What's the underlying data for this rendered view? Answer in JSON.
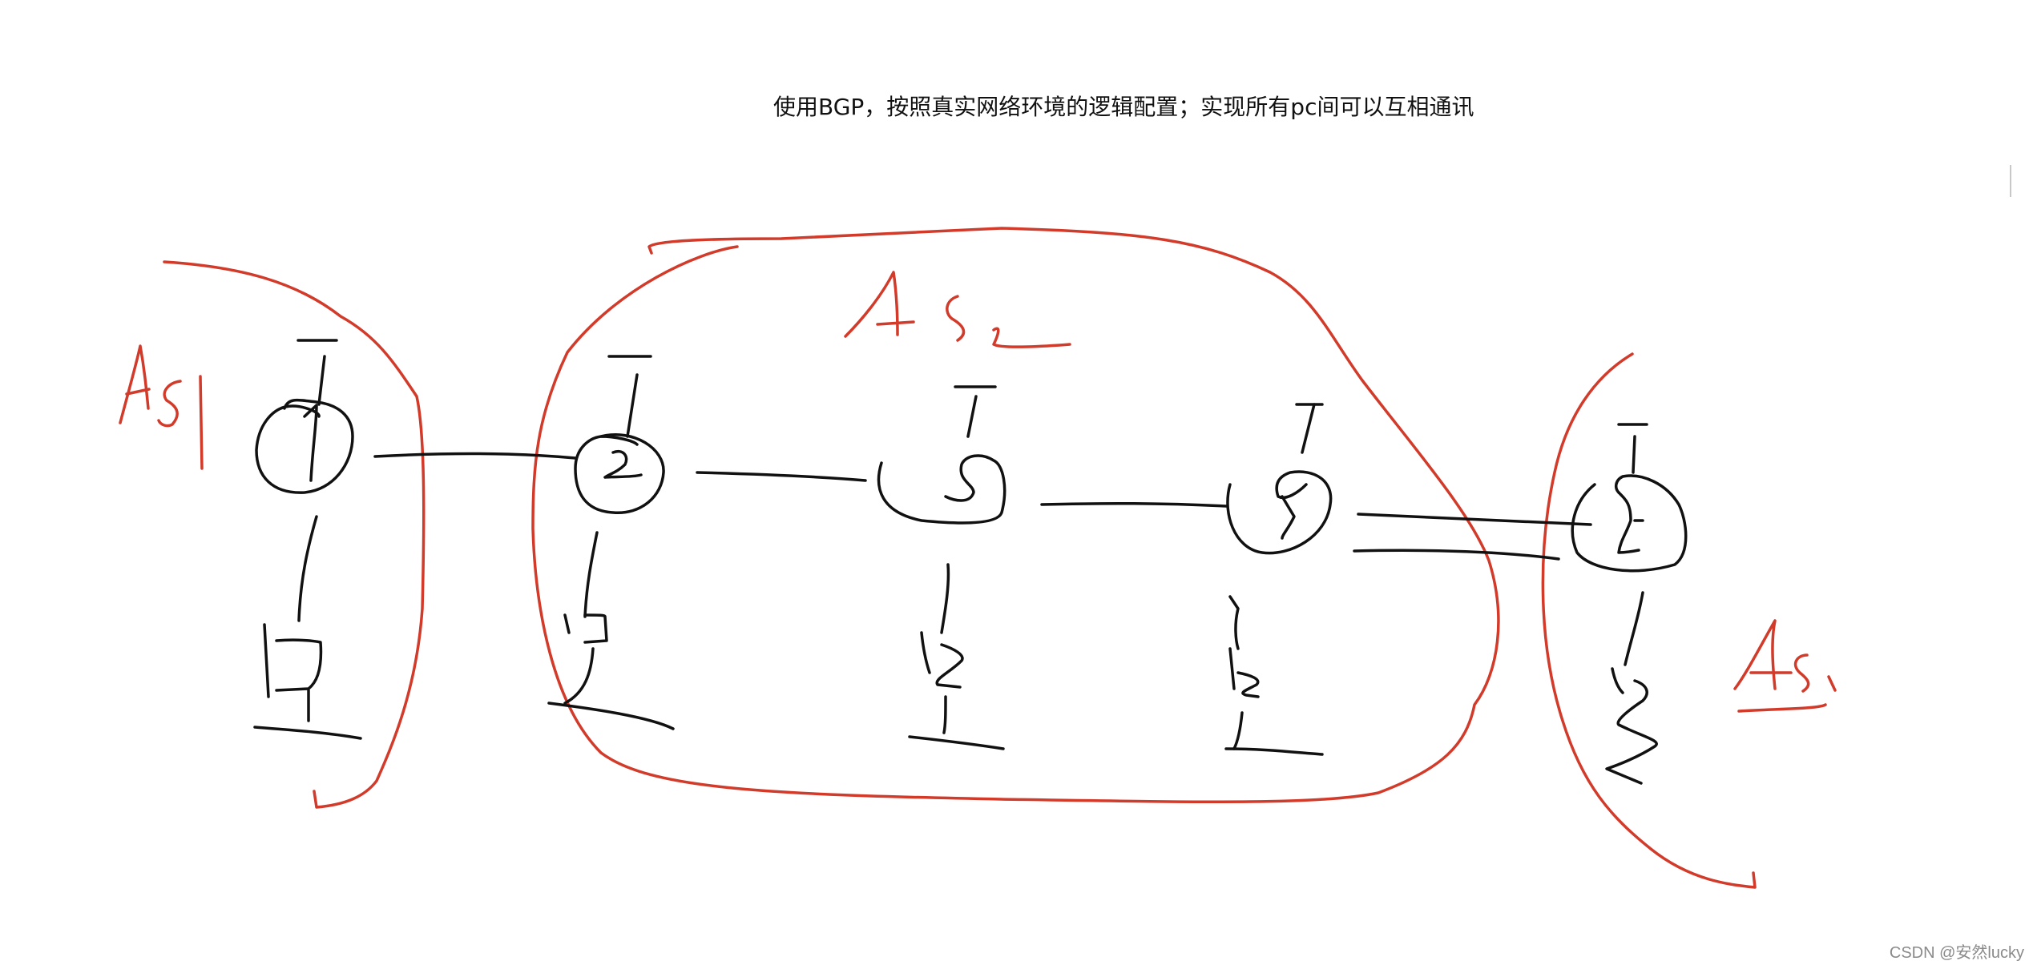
{
  "title": "使用BGP，按照真实网络环境的逻辑配置；实现所有pc间可以互相通讯",
  "watermark": "CSDN @安然lucky",
  "colors": {
    "ink": "#111111",
    "as_boundary": "#d23a2a",
    "background": "#ffffff"
  },
  "routers": [
    {
      "name": "R1",
      "label": "1"
    },
    {
      "name": "R2",
      "label": "2"
    },
    {
      "name": "R3",
      "label": "3"
    },
    {
      "name": "R4",
      "label": "4"
    },
    {
      "name": "R5",
      "label": "5"
    }
  ],
  "as_regions": [
    {
      "name": "AS1",
      "handwritten": "AS1"
    },
    {
      "name": "AS2",
      "handwritten": "AS2"
    },
    {
      "name": "AS3",
      "handwritten": "AS3"
    }
  ]
}
